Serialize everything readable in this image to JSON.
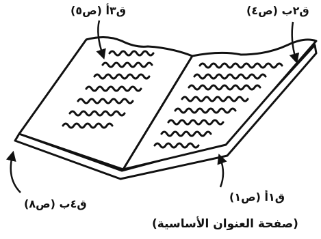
{
  "labels": {
    "top_left": "ق٣أ (ص٥)",
    "top_right": "ق٢ب (ص٤)",
    "bottom_left": "ق٤ب (ص٨)",
    "bottom_right": "ق١أ (ص١)",
    "caption": "(صفحة العنوان الأساسية)"
  },
  "colors": {
    "ink": "#111111",
    "paper": "#ffffff"
  }
}
